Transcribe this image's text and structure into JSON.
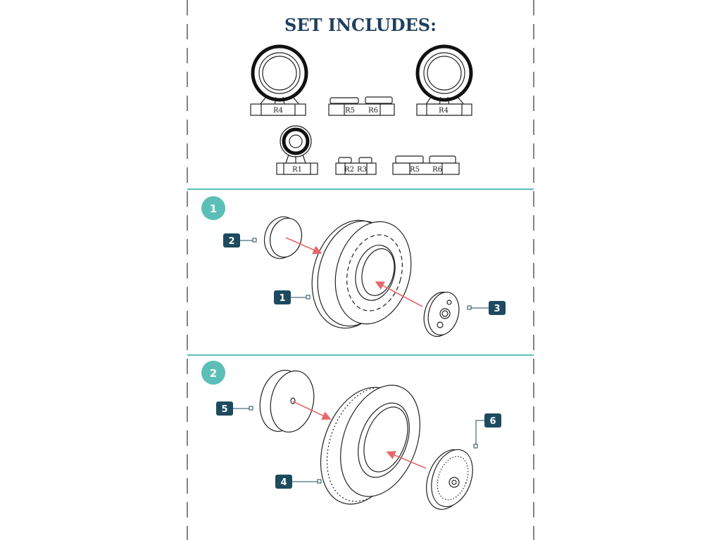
{
  "title": "SET INCLUDES:",
  "set_parts": {
    "top_left": "R4",
    "top_mid_a": "R5",
    "top_mid_b": "R6",
    "top_right": "R4",
    "bottom_left": "R1",
    "bottom_mid_a": "R2",
    "bottom_mid_b": "R3",
    "bottom_right_a": "R5",
    "bottom_right_b": "R6"
  },
  "steps": [
    {
      "number": "1",
      "parts": [
        "2",
        "1",
        "3"
      ]
    },
    {
      "number": "2",
      "parts": [
        "5",
        "4",
        "6"
      ]
    }
  ],
  "colors": {
    "title": "#1f3f5e",
    "teal": "#5bbfb8",
    "label_box": "#1d4a5e",
    "arrow": "#e8676b"
  }
}
